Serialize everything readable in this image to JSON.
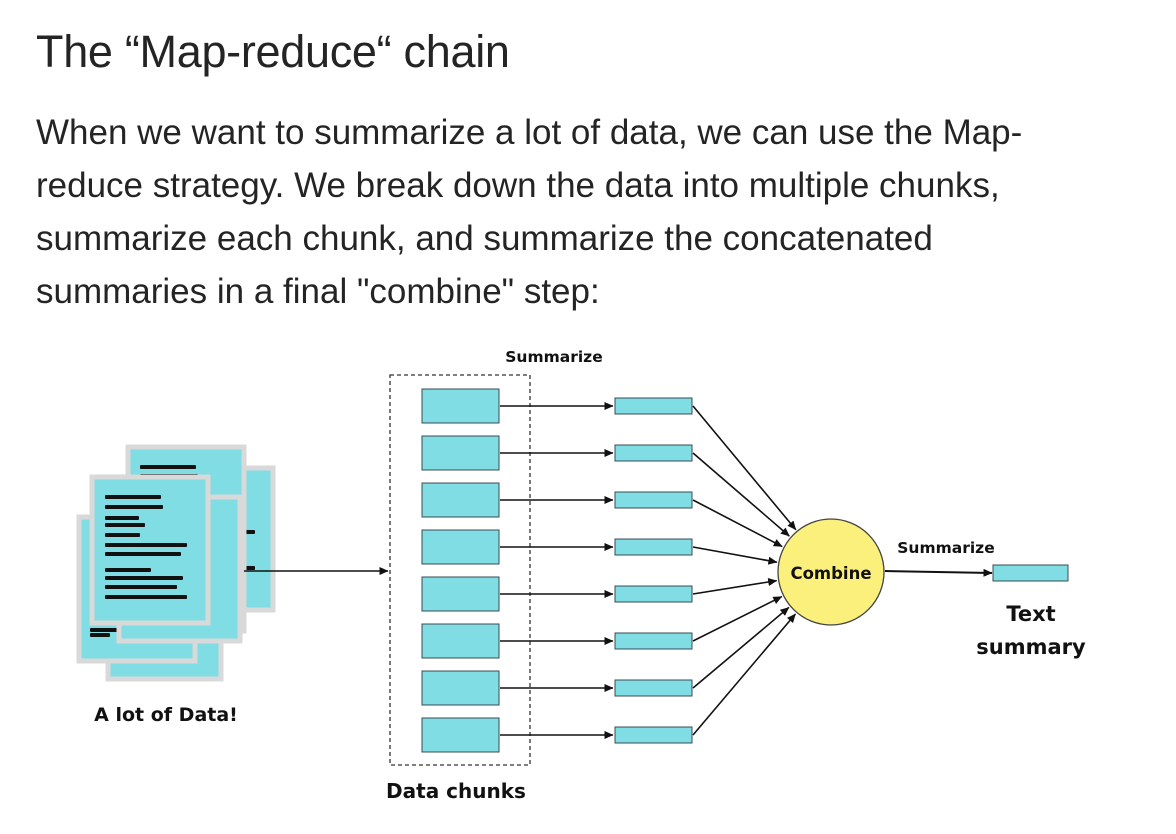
{
  "article": {
    "title": "The “Map-reduce“ chain",
    "paragraph_lines": [
      "When we want to summarize a lot of data, we can use the Map-",
      "reduce strategy. We break down the data into multiple chunks,",
      "summarize each chunk, and summarize the concatenated",
      "summaries in a final \"combine\" step:"
    ]
  },
  "diagram": {
    "source_label": "A lot of Data!",
    "chunks_label": "Data chunks",
    "map_label": "Summarize",
    "combine_label": "Combine",
    "reduce_label": "Summarize",
    "output_label_line1": "Text",
    "output_label_line2": "summary",
    "colors": {
      "block": "#80dde4",
      "block_border": "#3a4c52",
      "page_frame": "#d9d9d9",
      "combine": "#fbf07c",
      "arrow": "#111111"
    }
  }
}
